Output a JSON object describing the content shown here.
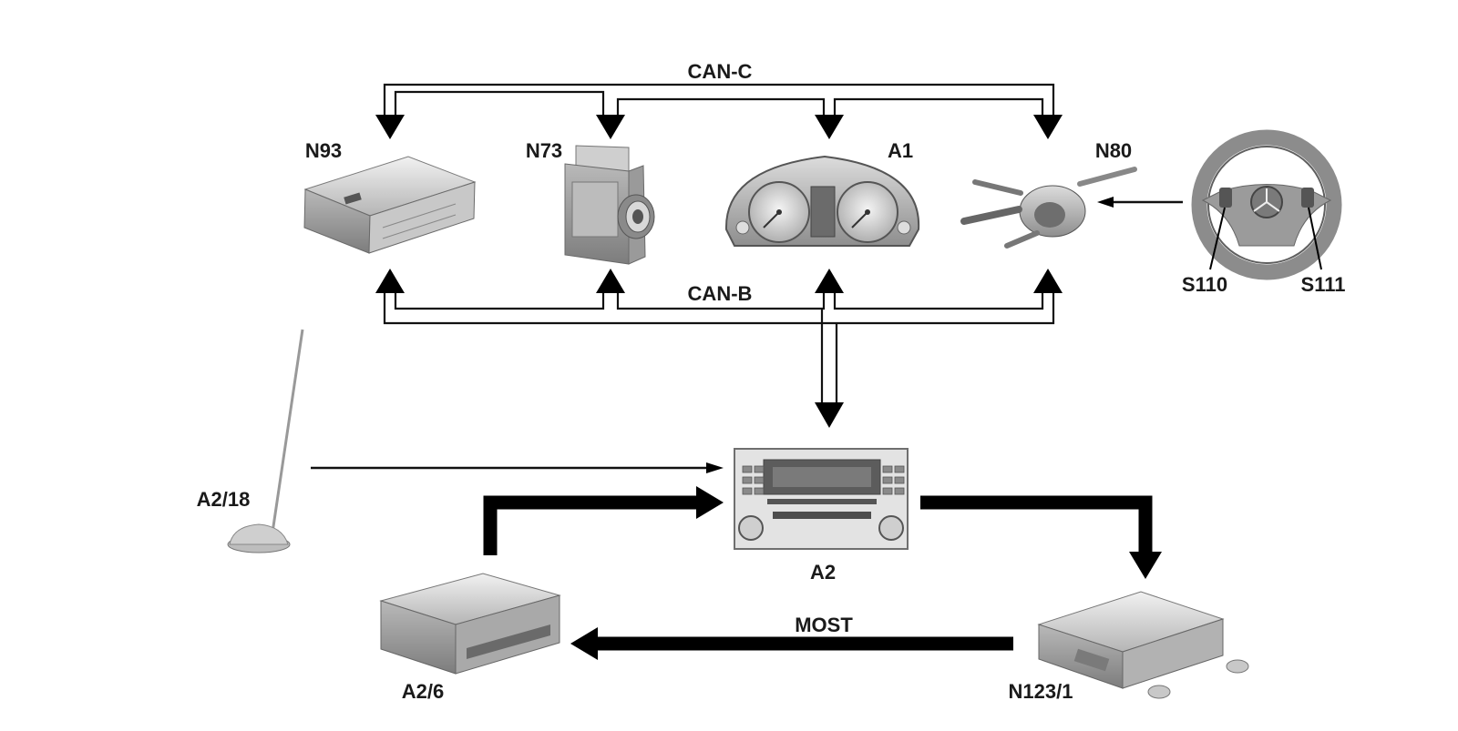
{
  "buses": {
    "can_c": "CAN-C",
    "can_b": "CAN-B",
    "most": "MOST"
  },
  "components": {
    "n93": "N93",
    "n73": "N73",
    "a1": "A1",
    "n80": "N80",
    "s110": "S110",
    "s111": "S111",
    "a2": "A2",
    "a2_18": "A2/18",
    "a2_6": "A2/6",
    "n123_1": "N123/1"
  }
}
